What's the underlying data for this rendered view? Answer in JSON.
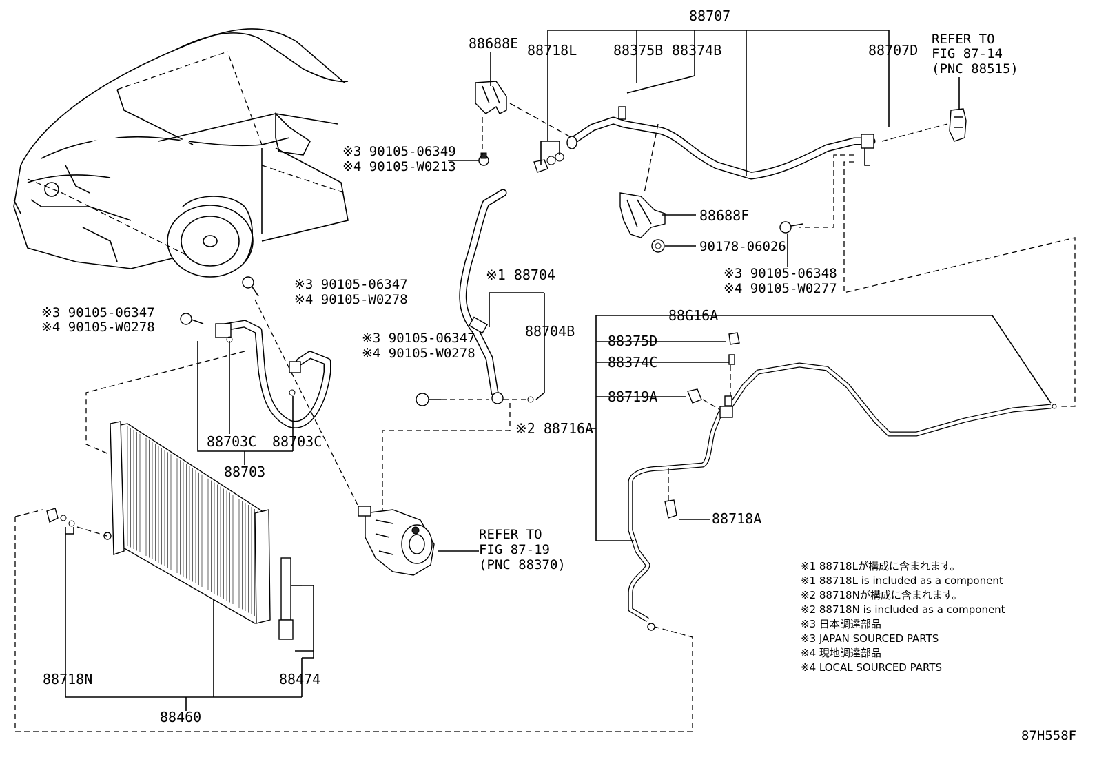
{
  "labels": {
    "p88707": "88707",
    "p88688E": "88688E",
    "p88718L": "88718L",
    "p88375B": "88375B",
    "p88374B": "88374B",
    "p88707D": "88707D",
    "ref_fig_87_14_line1": "REFER TO",
    "ref_fig_87_14_line2": "FIG 87-14",
    "ref_fig_87_14_line3": "(PNC 88515)",
    "bolt_upper_3": "※3 90105-06349",
    "bolt_upper_4": "※4 90105-W0213",
    "p88688F": "88688F",
    "p90178": "90178-06026",
    "bolt_right_3": "※3 90105-06348",
    "bolt_right_4": "※4 90105-W0277",
    "p88704": "※1 88704",
    "p88704B": "88704B",
    "bolt_mid_3": "※3 90105-06347",
    "bolt_mid_4": "※4 90105-W0278",
    "bolt_top_3": "※3 90105-06347",
    "bolt_top_4": "※4 90105-W0278",
    "bolt_left_3": "※3 90105-06347",
    "bolt_left_4": "※4 90105-W0278",
    "p88G16A": "88G16A",
    "p88375D": "88375D",
    "p88374C": "88374C",
    "p88719A": "88719A",
    "p88716A": "※2 88716A",
    "p88703C_a": "88703C",
    "p88703C_b": "88703C",
    "p88703": "88703",
    "ref_fig_87_19_line1": "REFER TO",
    "ref_fig_87_19_line2": "FIG 87-19",
    "ref_fig_87_19_line3": "(PNC 88370)",
    "p88718A": "88718A",
    "p88718N": "88718N",
    "p88474": "88474",
    "p88460": "88460",
    "figure_code": "87H558F"
  },
  "notes": [
    "※1 88718Lが構成に含まれます。",
    "※1 88718L is included as a component",
    "※2 88718Nが構成に含まれます。",
    "※2 88718N is included as a component",
    "※3 日本調達部品",
    "※3 JAPAN SOURCED PARTS",
    "※4 現地調達部品",
    "※4 LOCAL SOURCED PARTS"
  ]
}
